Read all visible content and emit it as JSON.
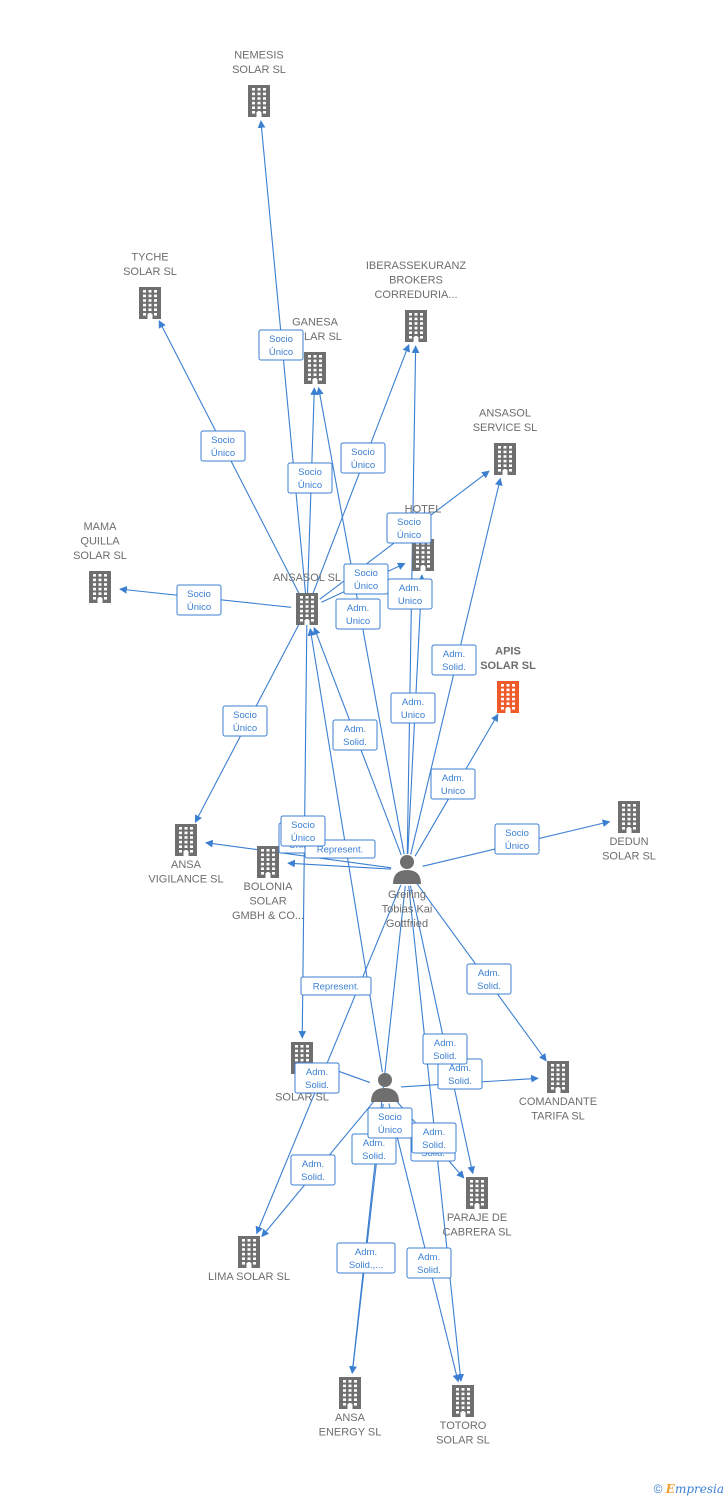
{
  "colors": {
    "edge": "#3b7fd1",
    "company": "#6f6f6f",
    "focus_company": "#ef5a2a",
    "person": "#6f6f6f",
    "label_box_bg": "#ffffff"
  },
  "footer": {
    "copyright": "©",
    "brand_first": "E",
    "brand_rest": "mpresia"
  },
  "nodes": [
    {
      "id": "nemesis",
      "type": "company",
      "label": [
        "NEMESIS",
        "SOLAR  SL"
      ]
    },
    {
      "id": "tyche",
      "type": "company",
      "label": [
        "TYCHE",
        "SOLAR  SL"
      ]
    },
    {
      "id": "ganesa",
      "type": "company",
      "label": [
        "GANESA",
        "SOLAR  SL"
      ]
    },
    {
      "id": "iberassekuranz",
      "type": "company",
      "label": [
        "IBERASSEKURANZ",
        "BROKERS",
        "CORREDURIA..."
      ]
    },
    {
      "id": "ansasol_service",
      "type": "company",
      "label": [
        "ANSASOL",
        "SERVICE  SL"
      ]
    },
    {
      "id": "hotel",
      "type": "company",
      "label": [
        "HOTEL",
        "SL"
      ]
    },
    {
      "id": "mama_quilla",
      "type": "company",
      "label": [
        "MAMA",
        "QUILLA",
        "SOLAR  SL"
      ]
    },
    {
      "id": "ansasol",
      "type": "company",
      "label": [
        "ANSASOL SL"
      ]
    },
    {
      "id": "apis",
      "type": "focus",
      "label": [
        "APIS",
        "SOLAR  SL"
      ]
    },
    {
      "id": "ansa_vigilance",
      "type": "company",
      "label": [
        "ANSA",
        "VIGILANCE  SL"
      ]
    },
    {
      "id": "bolonia",
      "type": "company",
      "label": [
        "BOLONIA",
        "SOLAR",
        "GMBH & CO..."
      ]
    },
    {
      "id": "dedun",
      "type": "company",
      "label": [
        "DEDUN",
        "SOLAR  SL"
      ]
    },
    {
      "id": "greiling",
      "type": "person",
      "label": [
        "Greiling",
        "Tobias Kai",
        "Gottfried"
      ]
    },
    {
      "id": "el_solar",
      "type": "company",
      "label": [
        "EL",
        "SOLAR  SL"
      ]
    },
    {
      "id": "person2",
      "type": "person",
      "label": [
        "S..."
      ]
    },
    {
      "id": "comandante",
      "type": "company",
      "label": [
        "COMANDANTE",
        "TARIFA  SL"
      ]
    },
    {
      "id": "paraje",
      "type": "company",
      "label": [
        "PARAJE DE",
        "CABRERA SL"
      ]
    },
    {
      "id": "lima",
      "type": "company",
      "label": [
        "LIMA SOLAR SL"
      ]
    },
    {
      "id": "ansa_energy",
      "type": "company",
      "label": [
        "ANSA",
        "ENERGY SL"
      ]
    },
    {
      "id": "totoro",
      "type": "company",
      "label": [
        "TOTORO",
        "SOLAR SL"
      ]
    }
  ],
  "edges": [
    {
      "from": "ansasol",
      "to": "nemesis",
      "label": [
        "Socio",
        "Único"
      ]
    },
    {
      "from": "ansasol",
      "to": "tyche",
      "label": [
        "Socio",
        "Único"
      ]
    },
    {
      "from": "ansasol",
      "to": "ganesa",
      "label": [
        "Socio",
        "Único"
      ]
    },
    {
      "from": "ansasol",
      "to": "iberassekuranz",
      "label": [
        "Socio",
        "Único"
      ]
    },
    {
      "from": "ansasol",
      "to": "ansasol_service",
      "label": [
        "Socio",
        "Único"
      ]
    },
    {
      "from": "ansasol",
      "to": "mama_quilla",
      "label": [
        "Socio",
        "Único"
      ]
    },
    {
      "from": "ansasol",
      "to": "ansa_vigilance",
      "label": [
        "Socio",
        "Único"
      ]
    },
    {
      "from": "ansasol",
      "to": "hotel",
      "label": [
        "Socio",
        "Único"
      ]
    },
    {
      "from": "greiling",
      "to": "ganesa",
      "label": [
        "Adm.",
        "Unico"
      ]
    },
    {
      "from": "greiling",
      "to": "hotel",
      "label": [
        "Adm.",
        "Unico"
      ]
    },
    {
      "from": "greiling",
      "to": "iberassekuranz",
      "label": [
        "Adm.",
        "Unico"
      ]
    },
    {
      "from": "greiling",
      "to": "apis",
      "label": [
        "Adm.",
        "Unico"
      ]
    },
    {
      "from": "greiling",
      "to": "ansasol_service",
      "label": [
        "Adm.",
        "Solid."
      ]
    },
    {
      "from": "greiling",
      "to": "ansasol",
      "label": [
        "Adm.",
        "Solid."
      ]
    },
    {
      "from": "greiling",
      "to": "dedun",
      "label": [
        "Socio",
        "Único"
      ]
    },
    {
      "from": "greiling",
      "to": "ansa_vigilance",
      "label": [
        "Adm.",
        "Unico"
      ]
    },
    {
      "from": "greiling",
      "to": "bolonia",
      "label": [
        "Represent."
      ]
    },
    {
      "from": "greiling",
      "to": "comandante",
      "label": [
        "Adm.",
        "Solid."
      ]
    },
    {
      "from": "greiling",
      "to": "paraje",
      "label": [
        "Adm.",
        "Solid."
      ]
    },
    {
      "from": "greiling",
      "to": "totoro",
      "label": [
        "Adm.",
        "Solid."
      ]
    },
    {
      "from": "greiling",
      "to": "lima",
      "label": [
        "Adm.",
        "Solid."
      ]
    },
    {
      "from": "greiling",
      "to": "ansa_energy",
      "label": [
        "Adm.",
        "Solid.,..."
      ]
    },
    {
      "from": "ansasol",
      "to": "el_solar",
      "label": [
        "Socio",
        "Único"
      ]
    },
    {
      "from": "person2",
      "to": "ansasol",
      "label": [
        "Represent."
      ]
    },
    {
      "from": "person2",
      "to": "el_solar",
      "label": [
        "Adm.",
        "Solid."
      ]
    },
    {
      "from": "person2",
      "to": "comandante",
      "label": [
        "Adm.",
        "Solid."
      ]
    },
    {
      "from": "person2",
      "to": "paraje",
      "label": [
        "Adm.",
        "Solid."
      ]
    },
    {
      "from": "person2",
      "to": "lima",
      "label": [
        "Adm.",
        "Solid."
      ]
    },
    {
      "from": "person2",
      "to": "ansa_energy",
      "label": [
        "Socio",
        "Único"
      ]
    },
    {
      "from": "person2",
      "to": "totoro",
      "label": [
        "Adm.",
        "Solid."
      ]
    }
  ]
}
